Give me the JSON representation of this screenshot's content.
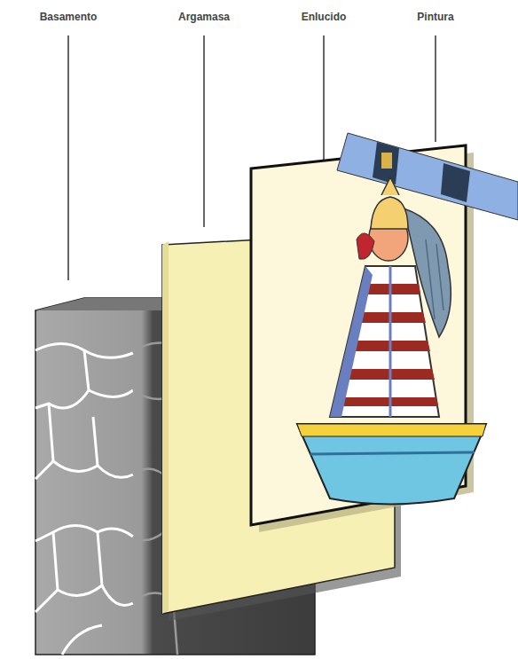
{
  "diagram": {
    "labels": [
      "Basamento",
      "Argamasa",
      "Enlucido",
      "Pintura"
    ]
  }
}
